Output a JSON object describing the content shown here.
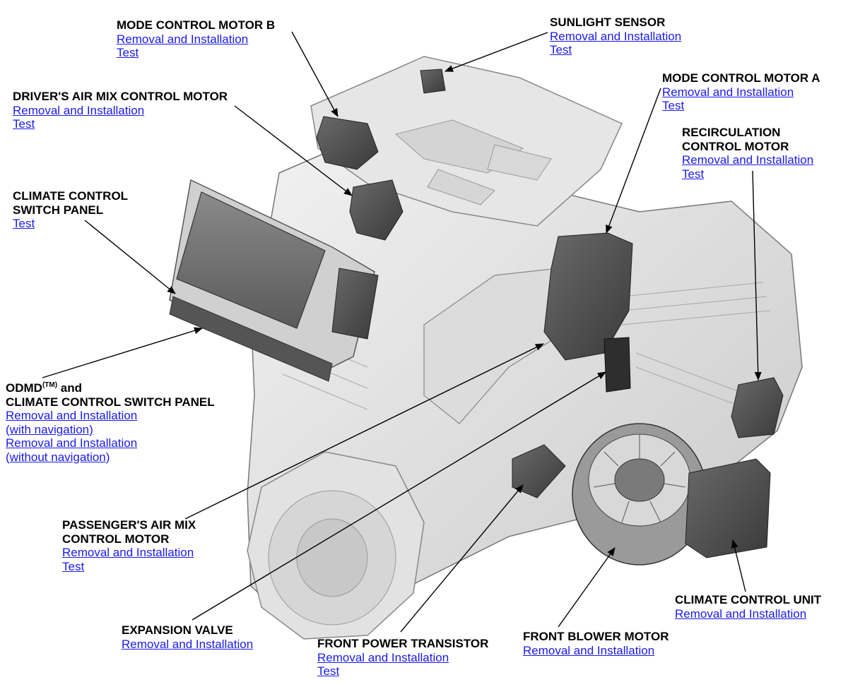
{
  "callouts": {
    "mode_b": {
      "title": "MODE CONTROL MOTOR B",
      "links": [
        "Removal and Installation",
        "Test"
      ]
    },
    "sunlight": {
      "title": "SUNLIGHT SENSOR",
      "links": [
        "Removal and Installation",
        "Test"
      ]
    },
    "mode_a": {
      "title": "MODE CONTROL MOTOR A",
      "links": [
        "Removal and Installation",
        "Test"
      ]
    },
    "driver_airmix": {
      "title": "DRIVER'S AIR MIX CONTROL MOTOR",
      "links": [
        "Removal and Installation",
        "Test"
      ]
    },
    "recirc": {
      "title_lines": [
        "RECIRCULATION",
        "CONTROL MOTOR"
      ],
      "links": [
        "Removal and Installation",
        "Test"
      ]
    },
    "switch_panel": {
      "title_lines": [
        "CLIMATE CONTROL",
        "SWITCH PANEL"
      ],
      "links": [
        "Test"
      ]
    },
    "odmd": {
      "title_pre": "ODMD",
      "title_sup": "(TM)",
      "title_post": " and",
      "title_line2": "CLIMATE CONTROL SWITCH PANEL",
      "links": [
        "Removal and Installation",
        "(with navigation)",
        "Removal and Installation",
        "(without navigation)"
      ]
    },
    "passenger_airmix": {
      "title_lines": [
        "PASSENGER'S AIR MIX",
        "CONTROL MOTOR"
      ],
      "links": [
        "Removal and Installation",
        "Test"
      ]
    },
    "climate_unit": {
      "title": "CLIMATE CONTROL UNIT",
      "links": [
        "Removal and Installation"
      ]
    },
    "expansion": {
      "title": "EXPANSION VALVE",
      "links": [
        "Removal and Installation"
      ]
    },
    "transistor": {
      "title": "FRONT POWER TRANSISTOR",
      "links": [
        "Removal and Installation",
        "Test"
      ]
    },
    "blower": {
      "title": "FRONT BLOWER MOTOR",
      "links": [
        "Removal and Installation"
      ]
    }
  }
}
